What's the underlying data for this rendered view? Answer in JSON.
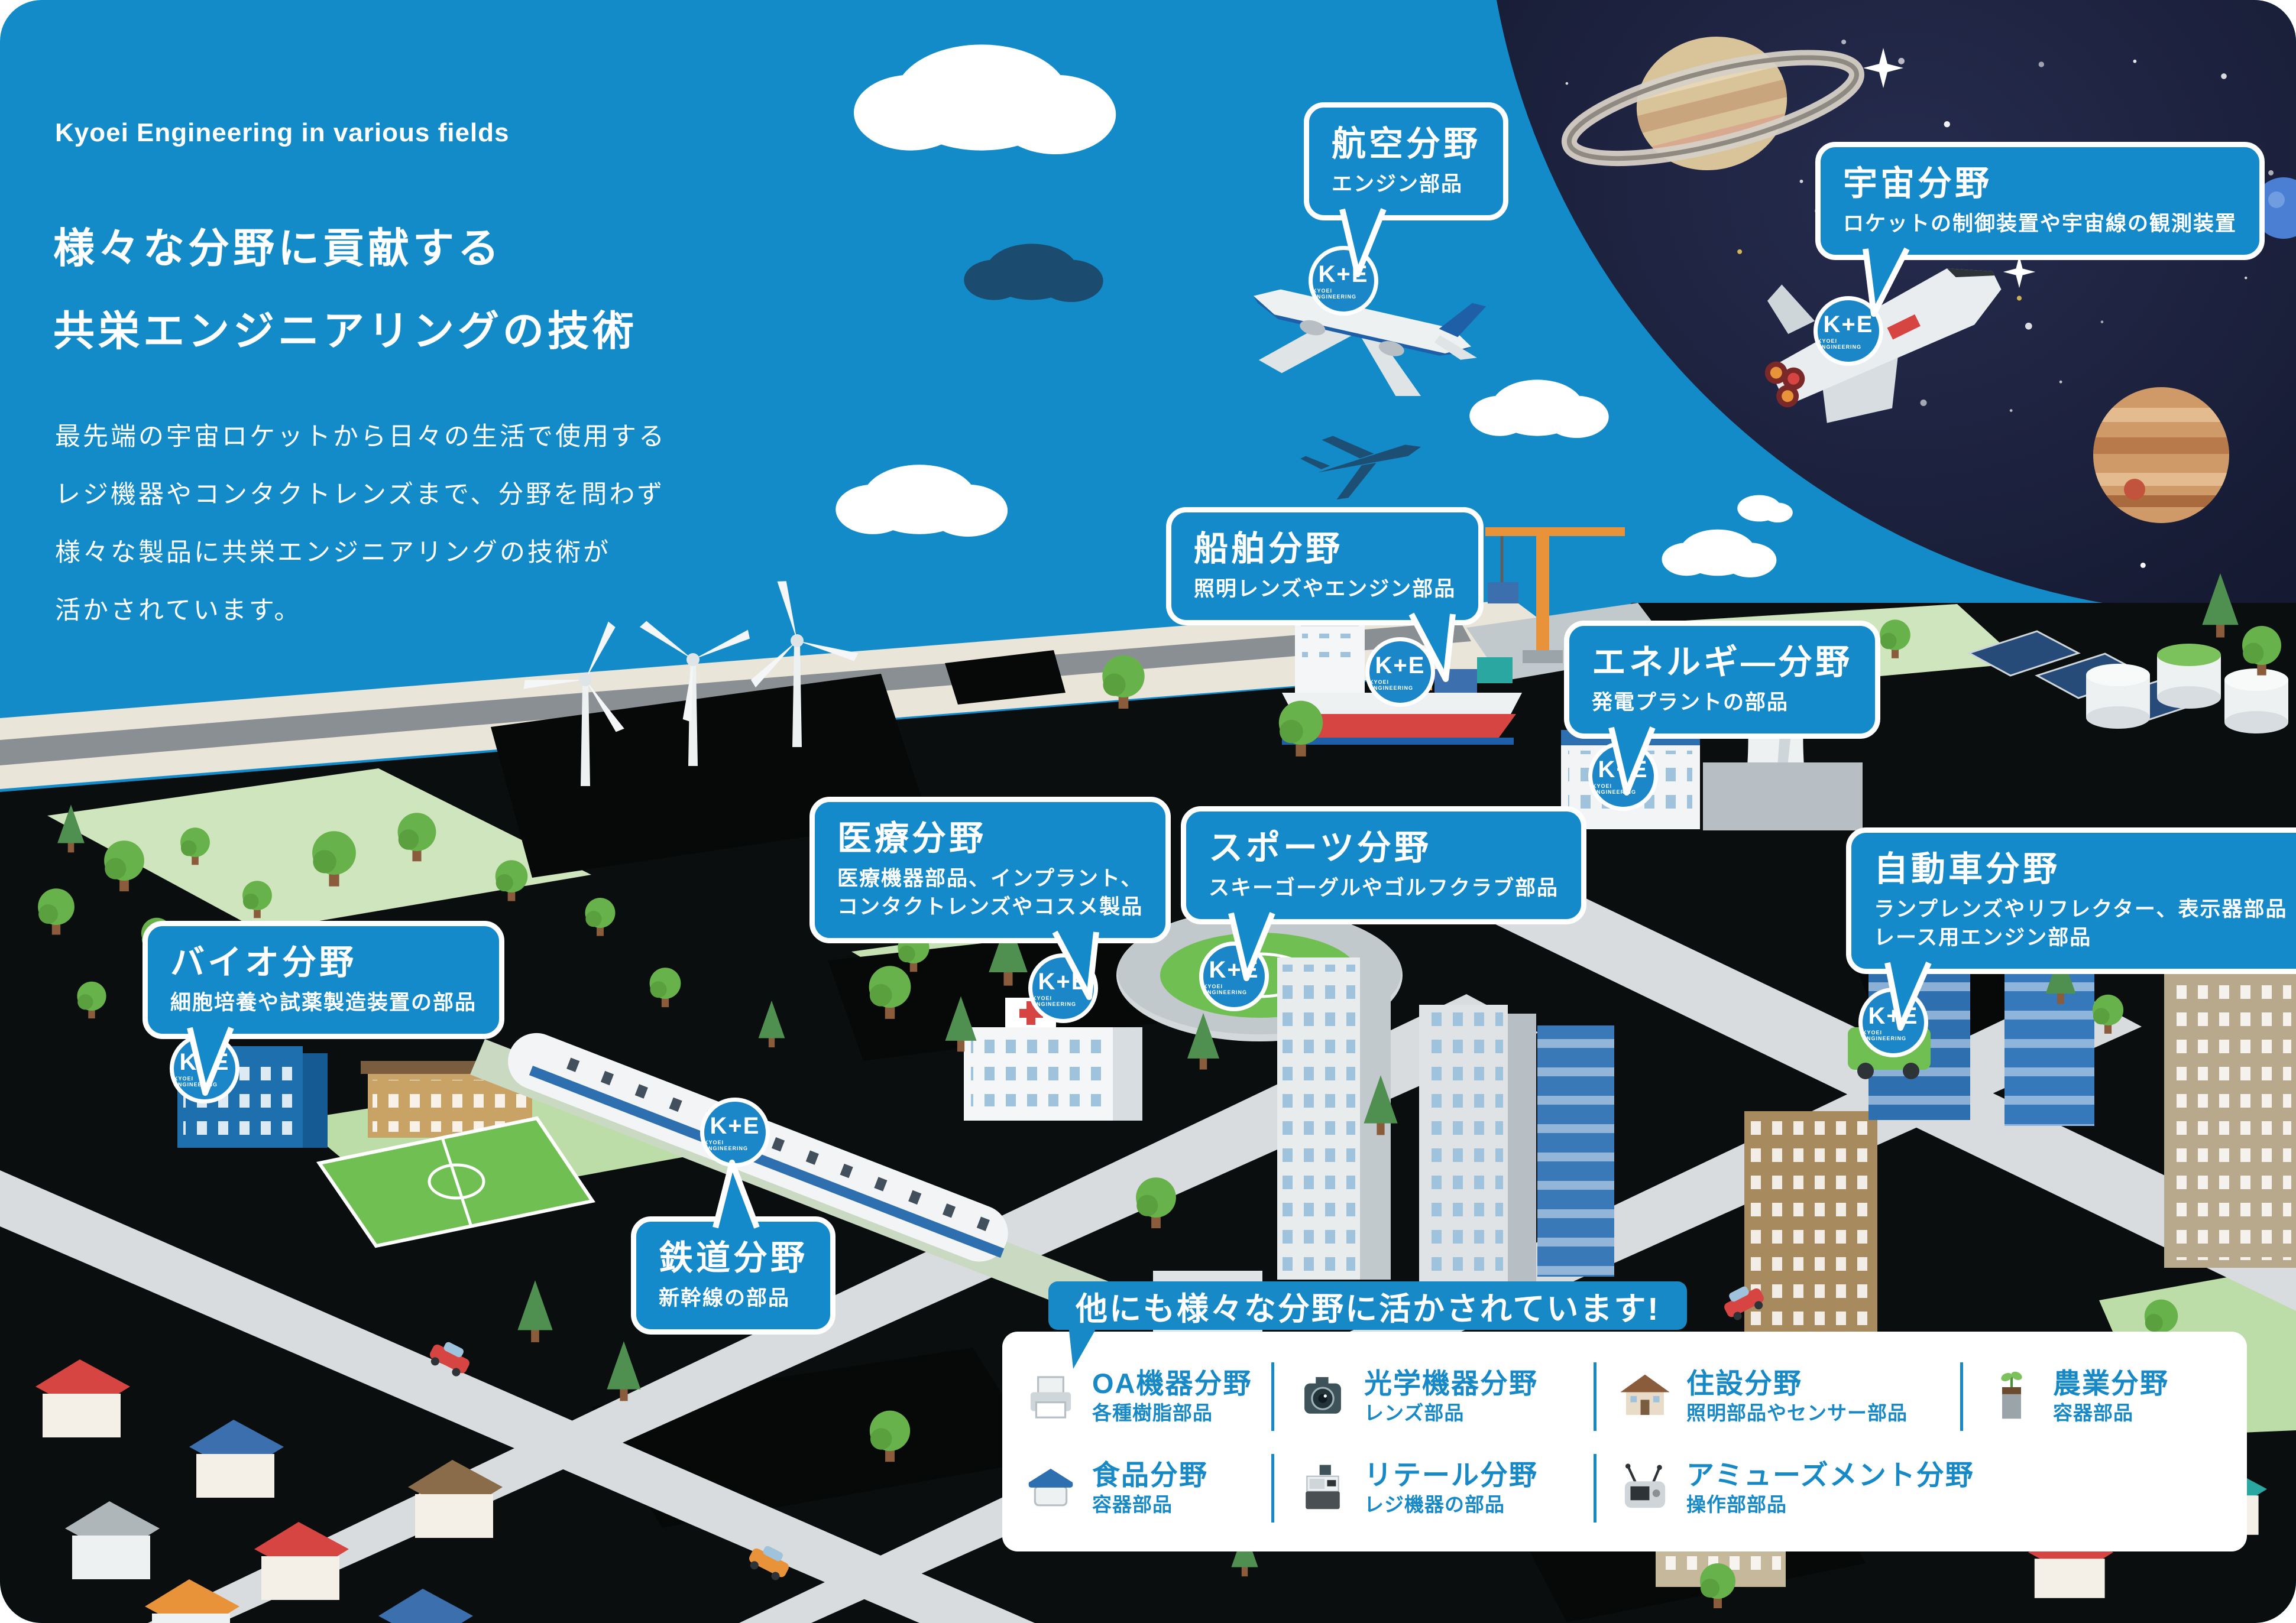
{
  "page": {
    "eyebrow": "Kyoei Engineering in various fields",
    "title_line1": "様々な分野に貢献する",
    "title_line2": "共栄エンジニアリングの技術",
    "description_lines": [
      "最先端の宇宙ロケットから日々の生活で使用する",
      "レジ機器やコンタクトレンズまで、分野を問わず",
      "様々な製品に共栄エンジニアリングの技術が",
      "活かされています。"
    ]
  },
  "logo": {
    "mark": "K+E",
    "name": "KYOEI ENGINEERING"
  },
  "colors": {
    "sky": "#148BC9",
    "bubble": "#158ACB",
    "space": "#151A33",
    "panel_text": "#1789C6",
    "badge": "#1B87C9"
  },
  "callouts": {
    "aviation": {
      "title": "航空分野",
      "subtitle": "エンジン部品"
    },
    "space": {
      "title": "宇宙分野",
      "subtitle": "ロケットの制御装置や宇宙線の観測装置"
    },
    "ship": {
      "title": "船舶分野",
      "subtitle": "照明レンズやエンジン部品"
    },
    "energy": {
      "title": "エネルギ―分野",
      "subtitle": "発電プラントの部品"
    },
    "medical": {
      "title": "医療分野",
      "subtitle1": "医療機器部品、インプラント、",
      "subtitle2": "コンタクトレンズやコスメ製品"
    },
    "sports": {
      "title": "スポーツ分野",
      "subtitle": "スキーゴーグルやゴルフクラブ部品"
    },
    "automotive": {
      "title": "自動車分野",
      "subtitle1": "ランプレンズやリフレクター、表示器部品",
      "subtitle2": "レース用エンジン部品"
    },
    "bio": {
      "title": "バイオ分野",
      "subtitle": "細胞培養や試薬製造装置の部品"
    },
    "railway": {
      "title": "鉄道分野",
      "subtitle": "新幹線の部品"
    }
  },
  "more_panel": {
    "header": "他にも様々な分野に活かされています!",
    "items_row1": [
      {
        "title": "OA機器分野",
        "subtitle": "各種樹脂部品",
        "icon": "printer-icon"
      },
      {
        "title": "光学機器分野",
        "subtitle": "レンズ部品",
        "icon": "camera-icon"
      },
      {
        "title": "住設分野",
        "subtitle": "照明部品やセンサー部品",
        "icon": "house-icon"
      },
      {
        "title": "農業分野",
        "subtitle": "容器部品",
        "icon": "planter-icon"
      }
    ],
    "items_row2": [
      {
        "title": "食品分野",
        "subtitle": "容器部品",
        "icon": "food-container-icon"
      },
      {
        "title": "リテール分野",
        "subtitle": "レジ機器の部品",
        "icon": "cash-register-icon"
      },
      {
        "title": "アミューズメント分野",
        "subtitle": "操作部部品",
        "icon": "rc-controller-icon"
      }
    ]
  }
}
